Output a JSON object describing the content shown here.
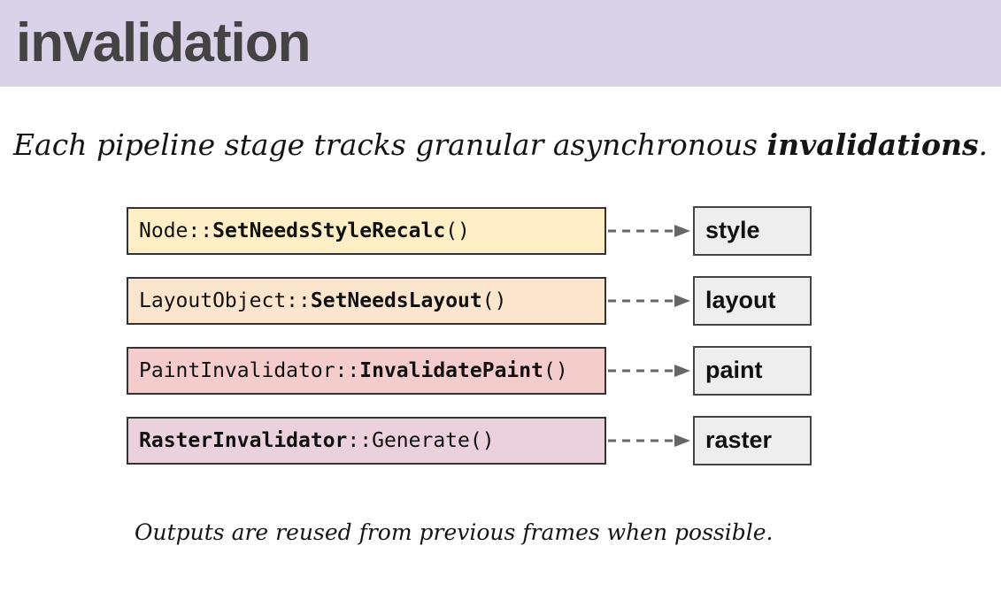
{
  "header": {
    "title": "invalidation",
    "background": "#d9d2e9",
    "text_color": "#434343"
  },
  "subtitle": {
    "prefix": "Each pipeline stage tracks granular asynchronous ",
    "emphasis": "invalidations",
    "suffix": "."
  },
  "diagram": {
    "arrow_color": "#666666",
    "code_border_color": "#333333",
    "stage_box": {
      "background": "#eeeeee",
      "border_color": "#444444"
    },
    "rows": [
      {
        "stage": "style",
        "fill": "#ffeec6",
        "segments": [
          {
            "text": "Node::",
            "bold": false
          },
          {
            "text": "SetNeedsStyleRecalc",
            "bold": true
          },
          {
            "text": "()",
            "bold": false
          }
        ]
      },
      {
        "stage": "layout",
        "fill": "#fce5cd",
        "segments": [
          {
            "text": "LayoutObject::",
            "bold": false
          },
          {
            "text": "SetNeedsLayout",
            "bold": true
          },
          {
            "text": "()",
            "bold": false
          }
        ]
      },
      {
        "stage": "paint",
        "fill": "#f4cccc",
        "segments": [
          {
            "text": "PaintInvalidator::",
            "bold": false
          },
          {
            "text": "InvalidatePaint",
            "bold": true
          },
          {
            "text": "()",
            "bold": false
          }
        ]
      },
      {
        "stage": "raster",
        "fill": "#ead1dc",
        "segments": [
          {
            "text": "RasterInvalidator",
            "bold": true
          },
          {
            "text": "::Generate()",
            "bold": false
          }
        ]
      }
    ]
  },
  "caption": "Outputs are reused from previous frames when possible."
}
